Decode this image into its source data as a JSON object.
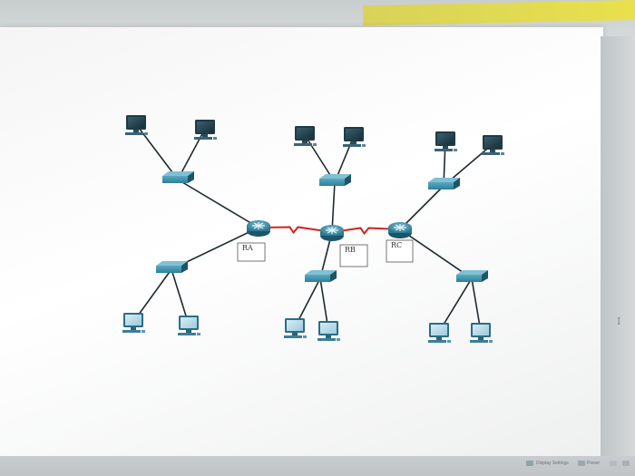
{
  "colors": {
    "link": "#1e2a2e",
    "serial_link": "#d0231f",
    "device": "#2e7f97",
    "device_dark": "#1b5568"
  },
  "routers": [
    {
      "id": "RA",
      "label": "RA"
    },
    {
      "id": "RB",
      "label": "RB"
    },
    {
      "id": "RC",
      "label": "RC"
    }
  ],
  "switches": [
    {
      "id": "SW-RA-top"
    },
    {
      "id": "SW-RA-bottom"
    },
    {
      "id": "SW-RB-top"
    },
    {
      "id": "SW-RB-bottom"
    },
    {
      "id": "SW-RC-top"
    },
    {
      "id": "SW-RC-bottom"
    }
  ],
  "pcs": [
    {
      "id": "PC1"
    },
    {
      "id": "PC2"
    },
    {
      "id": "PC3"
    },
    {
      "id": "PC4"
    },
    {
      "id": "PC5"
    },
    {
      "id": "PC6"
    },
    {
      "id": "PC7"
    },
    {
      "id": "PC8"
    },
    {
      "id": "PC9"
    },
    {
      "id": "PC10"
    },
    {
      "id": "PC11"
    },
    {
      "id": "PC12"
    }
  ],
  "links": [
    {
      "from": "RA",
      "to": "RB",
      "type": "serial"
    },
    {
      "from": "RB",
      "to": "RC",
      "type": "serial"
    },
    {
      "from": "RA",
      "to": "SW-RA-top",
      "type": "ethernet"
    },
    {
      "from": "RA",
      "to": "SW-RA-bottom",
      "type": "ethernet"
    },
    {
      "from": "RB",
      "to": "SW-RB-top",
      "type": "ethernet"
    },
    {
      "from": "RB",
      "to": "SW-RB-bottom",
      "type": "ethernet"
    },
    {
      "from": "RC",
      "to": "SW-RC-top",
      "type": "ethernet"
    },
    {
      "from": "RC",
      "to": "SW-RC-bottom",
      "type": "ethernet"
    },
    {
      "from": "SW-RA-top",
      "to": "PC1",
      "type": "ethernet"
    },
    {
      "from": "SW-RA-top",
      "to": "PC2",
      "type": "ethernet"
    },
    {
      "from": "SW-RB-top",
      "to": "PC3",
      "type": "ethernet"
    },
    {
      "from": "SW-RB-top",
      "to": "PC4",
      "type": "ethernet"
    },
    {
      "from": "SW-RC-top",
      "to": "PC5",
      "type": "ethernet"
    },
    {
      "from": "SW-RC-top",
      "to": "PC6",
      "type": "ethernet"
    },
    {
      "from": "SW-RA-bottom",
      "to": "PC7",
      "type": "ethernet"
    },
    {
      "from": "SW-RA-bottom",
      "to": "PC8",
      "type": "ethernet"
    },
    {
      "from": "SW-RB-bottom",
      "to": "PC9",
      "type": "ethernet"
    },
    {
      "from": "SW-RB-bottom",
      "to": "PC10",
      "type": "ethernet"
    },
    {
      "from": "SW-RC-bottom",
      "to": "PC11",
      "type": "ethernet"
    },
    {
      "from": "SW-RC-bottom",
      "to": "PC12",
      "type": "ethernet"
    }
  ],
  "status_bar": {
    "display_settings": "Display Settings",
    "power": "Power"
  },
  "stray_glyph": "I"
}
